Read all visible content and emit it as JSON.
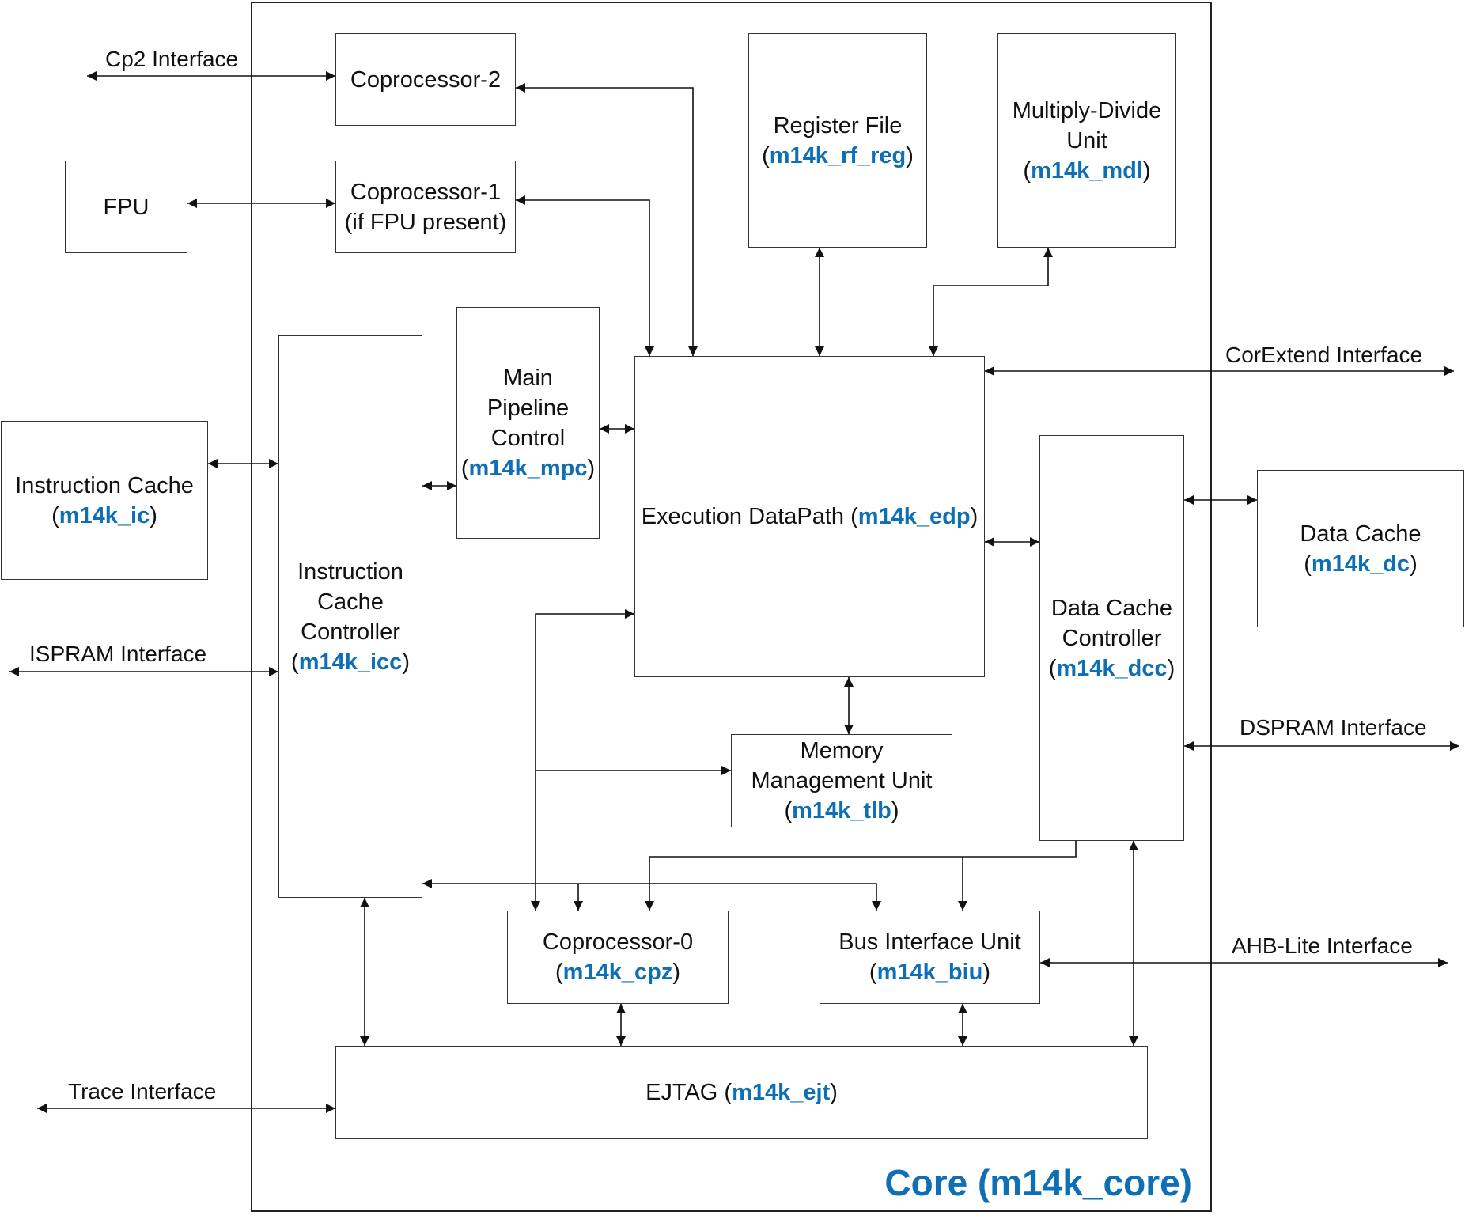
{
  "core": {
    "title": "Core (m14k_core)"
  },
  "blocks": {
    "cp2": {
      "name": "Coprocessor-2"
    },
    "cp1": {
      "line1": "Coprocessor-1",
      "line2": "(if FPU present)"
    },
    "fpu": {
      "name": "FPU"
    },
    "rf": {
      "name": "Register File",
      "module": "m14k_rf_reg"
    },
    "mdu": {
      "line1": "Multiply-Divide",
      "line2": "Unit",
      "module": "m14k_mdl"
    },
    "mpc": {
      "line1": "Main",
      "line2": "Pipeline",
      "line3": "Control",
      "module": "m14k_mpc"
    },
    "icc": {
      "line1": "Instruction",
      "line2": "Cache",
      "line3": "Controller",
      "module": "m14k_icc"
    },
    "ic": {
      "name": "Instruction Cache",
      "module": "m14k_ic"
    },
    "edp": {
      "name": "Execution DataPath",
      "module": "m14k_edp"
    },
    "dcc": {
      "line1": "Data Cache",
      "line2": "Controller",
      "module": "m14k_dcc"
    },
    "dc": {
      "name": "Data Cache",
      "module": "m14k_dc"
    },
    "mmu": {
      "line1": "Memory",
      "line2": "Management Unit",
      "module": "m14k_tlb"
    },
    "cp0": {
      "name": "Coprocessor-0",
      "module": "m14k_cpz"
    },
    "biu": {
      "name": "Bus Interface Unit",
      "module": "m14k_biu"
    },
    "ejtag": {
      "name": "EJTAG",
      "module": "m14k_ejt"
    }
  },
  "interfaces": {
    "cp2": "Cp2 Interface",
    "corextend": "CorExtend Interface",
    "ispram": "ISPRAM Interface",
    "dspram": "DSPRAM Interface",
    "ahb": "AHB-Lite Interface",
    "trace": "Trace Interface"
  },
  "colors": {
    "module_text": "#0e6fb6",
    "lines": "#111111"
  }
}
